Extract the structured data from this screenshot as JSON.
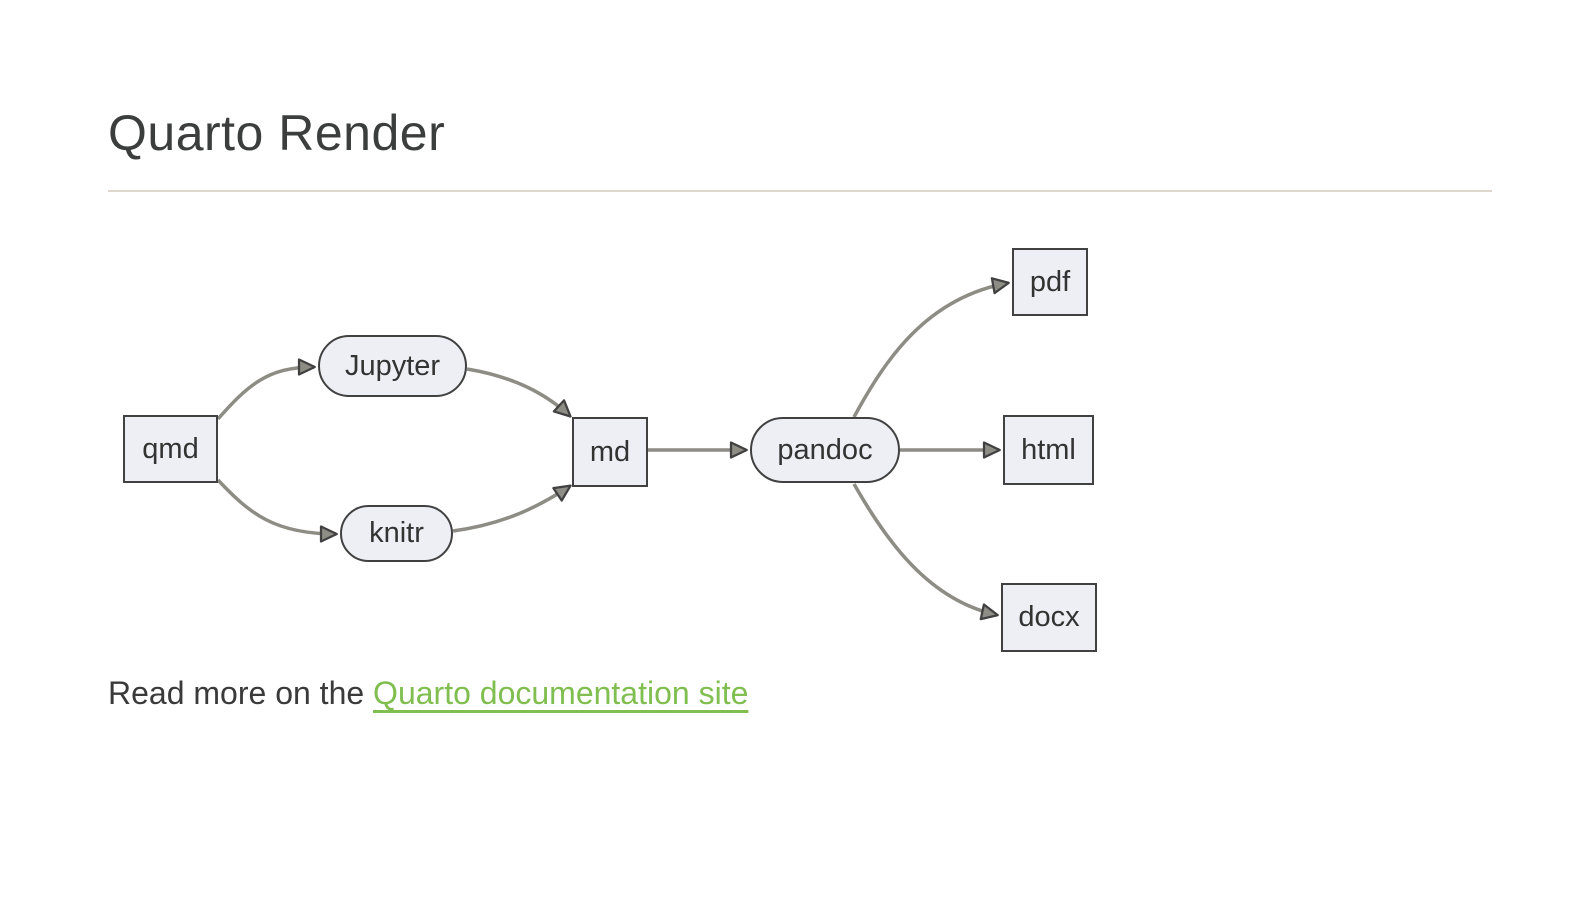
{
  "page": {
    "title": "Quarto Render"
  },
  "diagram": {
    "nodes": [
      {
        "id": "qmd",
        "label": "qmd",
        "shape": "rect"
      },
      {
        "id": "jupyter",
        "label": "Jupyter",
        "shape": "stadium"
      },
      {
        "id": "knitr",
        "label": "knitr",
        "shape": "stadium"
      },
      {
        "id": "md",
        "label": "md",
        "shape": "rect"
      },
      {
        "id": "pandoc",
        "label": "pandoc",
        "shape": "stadium"
      },
      {
        "id": "pdf",
        "label": "pdf",
        "shape": "rect"
      },
      {
        "id": "html",
        "label": "html",
        "shape": "rect"
      },
      {
        "id": "docx",
        "label": "docx",
        "shape": "rect"
      }
    ],
    "edges": [
      {
        "from": "qmd",
        "to": "jupyter"
      },
      {
        "from": "qmd",
        "to": "knitr"
      },
      {
        "from": "jupyter",
        "to": "md"
      },
      {
        "from": "knitr",
        "to": "md"
      },
      {
        "from": "md",
        "to": "pandoc"
      },
      {
        "from": "pandoc",
        "to": "pdf"
      },
      {
        "from": "pandoc",
        "to": "html"
      },
      {
        "from": "pandoc",
        "to": "docx"
      }
    ],
    "colors": {
      "node_fill": "#edeff5",
      "node_border": "#414141",
      "node_text": "#333333",
      "edge": "#8d8c85"
    }
  },
  "footer": {
    "text_before_link": "Read more on the ",
    "link_label": "Quarto documentation site",
    "link_color": "#7fbe4f"
  },
  "divider_color": "#ded8cc"
}
